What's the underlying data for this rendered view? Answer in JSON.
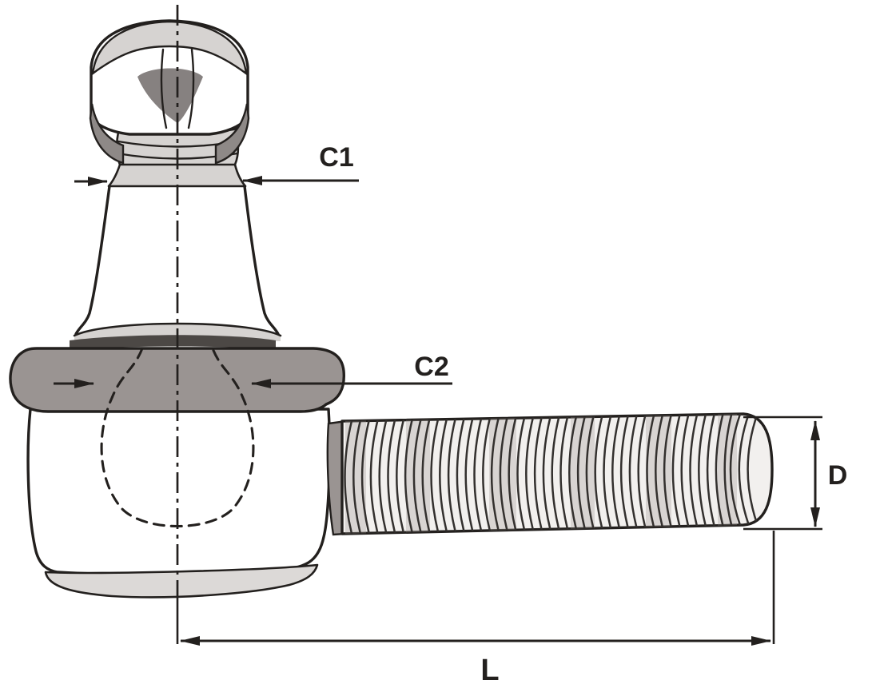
{
  "figure": {
    "labels": {
      "c1": "C1",
      "c2": "C2",
      "d": "D",
      "l": "L"
    },
    "colors": {
      "background": "#ffffff",
      "outline": "#23201e",
      "collar_gray": "#9a9492",
      "wing_gray": "#8e8987",
      "dome_shadow": "#868180",
      "light_gray": "#d6d3d1",
      "dark_band": "#4c4845",
      "cap_gray": "#dcd9d7",
      "thread_face": "#f2f0ee",
      "thread_line": "#33302e"
    }
  }
}
